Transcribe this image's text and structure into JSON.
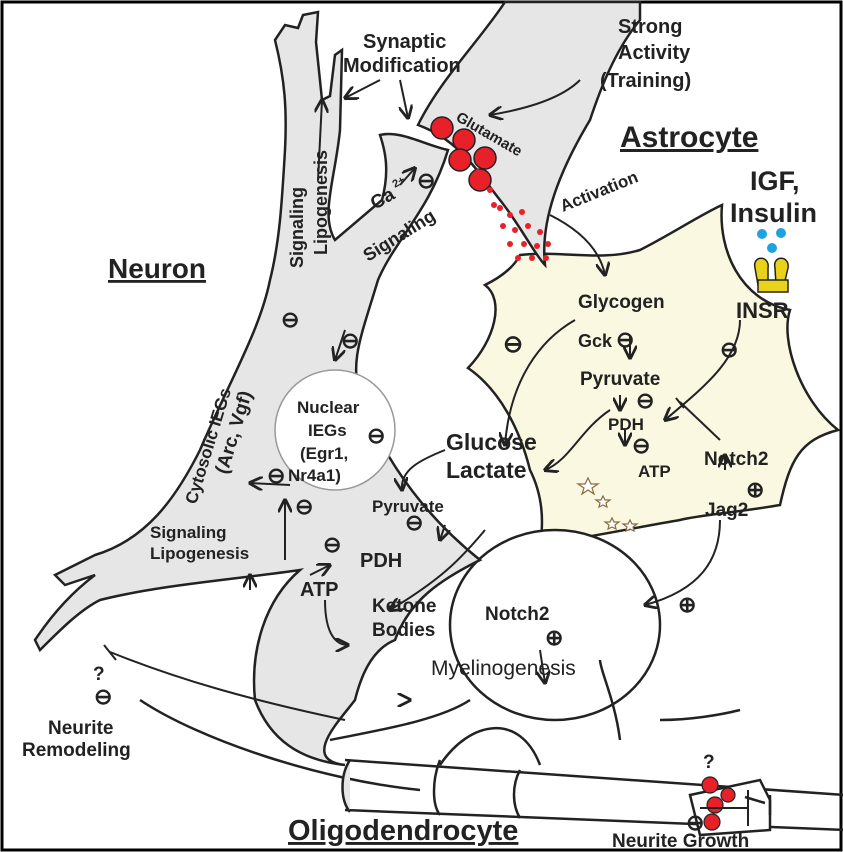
{
  "colors": {
    "neuron_fill": "#e6e6e6",
    "astrocyte_fill": "#fbf8e2",
    "outline": "#222222",
    "vesicle_red": "#e8202a",
    "insr_yellow": "#e8d21a",
    "ligand_blue": "#1fa3e0",
    "border": "#000000"
  },
  "cells": {
    "neuron": "Neuron",
    "astrocyte": "Astrocyte",
    "oligodendrocyte": "Oligodendrocyte"
  },
  "labels": {
    "synaptic_modification_1": "Synaptic",
    "synaptic_modification_2": "Modification",
    "strong_activity_1": "Strong",
    "strong_activity_2": "Activity",
    "strong_activity_3": "(Training)",
    "glutamate": "Glutamate",
    "activation": "Activation",
    "igf_1": "IGF,",
    "igf_2": "Insulin",
    "insr": "INSR",
    "ca": "Ca",
    "ca_sup": "2+",
    "ca_signaling": "Signaling",
    "signaling_top": "Signaling",
    "lipogenesis_top": "Lipogenesis",
    "cytosolic_iegs": "Cytosolic IEGs",
    "arc_vgf": "(Arc, Vgf)",
    "nuclear_1": "Nuclear",
    "nuclear_2": "IEGs",
    "nuclear_3": "(Egr1,",
    "nuclear_4": "Nr4a1)",
    "signaling_bottom": "Signaling",
    "lipogenesis_bottom": "Lipogenesis",
    "glycogen": "Glycogen",
    "gck": "Gck",
    "pyruvate_astro": "Pyruvate",
    "pdh_astro": "PDH",
    "atp_astro": "ATP",
    "notch2_astro": "Notch2",
    "jag2": "Jag2",
    "glucose": "Glucose",
    "lactate": "Lactate",
    "pyruvate_neuron": "Pyruvate",
    "pdh_neuron": "PDH",
    "atp_neuron": "ATP",
    "ketone_1": "Ketone",
    "ketone_2": "Bodies",
    "notch2_oligo": "Notch2",
    "myelinogenesis": "Myelinogenesis",
    "question_left": "?",
    "question_right": "?",
    "neurite_remodeling_1": "Neurite",
    "neurite_remodeling_2": "Remodeling",
    "neurite_growth": "Neurite Growth"
  },
  "symbols": {
    "minus": "⊖",
    "plus": "⊕"
  }
}
